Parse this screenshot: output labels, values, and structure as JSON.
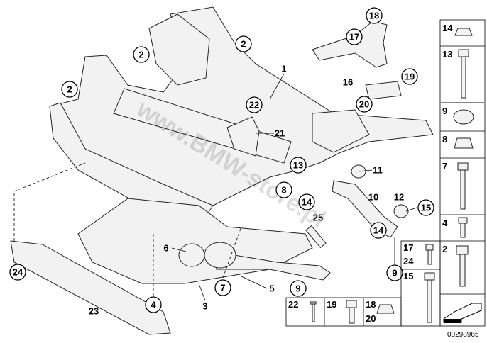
{
  "diagram": {
    "callouts": [
      {
        "label": "18",
        "circled": true
      },
      {
        "label": "17",
        "circled": true
      },
      {
        "label": "2",
        "circled": true
      },
      {
        "label": "2",
        "circled": true
      },
      {
        "label": "1",
        "circled": false
      },
      {
        "label": "16",
        "circled": false
      },
      {
        "label": "19",
        "circled": true
      },
      {
        "label": "2",
        "circled": true
      },
      {
        "label": "20",
        "circled": true
      },
      {
        "label": "22",
        "circled": true
      },
      {
        "label": "21",
        "circled": false
      },
      {
        "label": "13",
        "circled": true
      },
      {
        "label": "11",
        "circled": false
      },
      {
        "label": "8",
        "circled": true
      },
      {
        "label": "14",
        "circled": true
      },
      {
        "label": "10",
        "circled": false
      },
      {
        "label": "12",
        "circled": false
      },
      {
        "label": "15",
        "circled": true
      },
      {
        "label": "25",
        "circled": false
      },
      {
        "label": "14",
        "circled": true
      },
      {
        "label": "6",
        "circled": false
      },
      {
        "label": "9",
        "circled": true
      },
      {
        "label": "7",
        "circled": true
      },
      {
        "label": "5",
        "circled": false
      },
      {
        "label": "9",
        "circled": true
      },
      {
        "label": "24",
        "circled": true
      },
      {
        "label": "4",
        "circled": true
      },
      {
        "label": "3",
        "circled": false
      },
      {
        "label": "23",
        "circled": false
      }
    ],
    "hardware_grid": {
      "right_column": [
        "14",
        "13",
        "9",
        "8",
        "7",
        "4",
        "2"
      ],
      "middle": [
        {
          "labels": [
            "17",
            "24"
          ]
        },
        {
          "labels": [
            "15"
          ]
        }
      ],
      "bottom": [
        {
          "labels": [
            "22"
          ]
        },
        {
          "labels": [
            "19"
          ]
        },
        {
          "labels": [
            "18",
            "20"
          ]
        }
      ]
    },
    "watermark": "www.BMW-store.pl",
    "reference_number": "00298965"
  }
}
